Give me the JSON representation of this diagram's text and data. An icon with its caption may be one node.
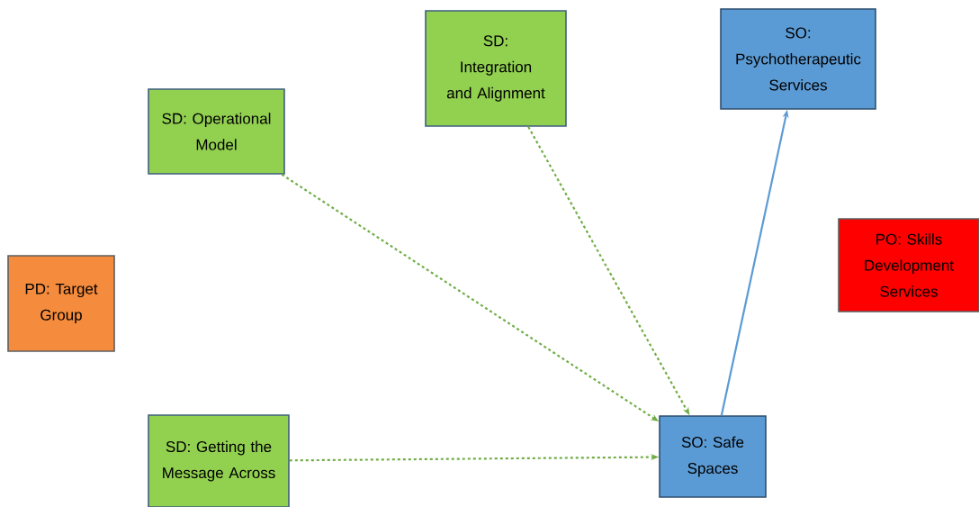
{
  "diagram": {
    "nodes": [
      {
        "text": [
          "SD: Operational Model"
        ]
      },
      {
        "text": [
          "SD: Integration and Alignment"
        ]
      },
      {
        "text": [
          "SO: Psychotherapeutic Services"
        ]
      },
      {
        "text": [
          "PD: Target Group"
        ]
      },
      {
        "text": [
          "PO: Skills Development Services"
        ]
      },
      {
        "text": [
          "SD: Getting the Message Across"
        ]
      },
      {
        "text": [
          "SO: Safe Spaces"
        ]
      }
    ],
    "edges": [
      {
        "from": 0,
        "to": 6,
        "arrow": "to",
        "style": "dashed"
      },
      {
        "from": 1,
        "to": 6,
        "arrow": "to",
        "style": "dashed"
      },
      {
        "from": 5,
        "to": 6,
        "arrow": "to",
        "style": "dashed"
      },
      {
        "from": 6,
        "to": 2,
        "arrow": "to",
        "color": "#5b9bd5"
      }
    ]
  }
}
